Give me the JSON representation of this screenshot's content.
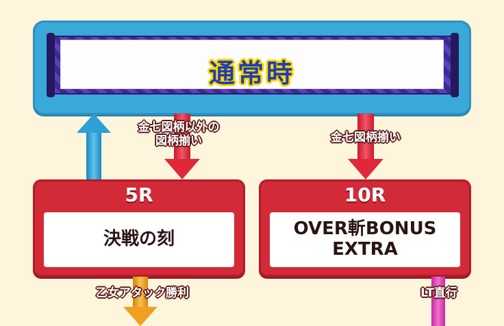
{
  "top_state": {
    "title": "通常時"
  },
  "rounds": [
    {
      "label": "5R",
      "name": "決戦の刻"
    },
    {
      "label": "10R",
      "name": "OVER斬BONUS\nEXTRA"
    }
  ],
  "edges": {
    "to_5r": "金七図柄以外の\n図柄揃い",
    "to_10r": "金七図柄揃い",
    "from_5r_win": "乙女アタック勝利",
    "from_10r": "LT直行"
  },
  "colors": {
    "banner": "#3aa9d8",
    "round_box": "#d32a38",
    "arrow_red": "#e0283a",
    "arrow_blue": "#2ea0d6",
    "arrow_orange": "#f0a020",
    "arrow_pink": "#e040b0"
  }
}
